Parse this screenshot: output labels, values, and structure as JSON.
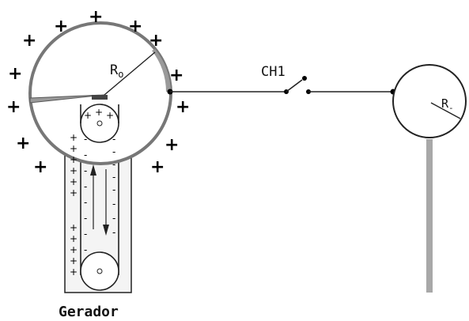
{
  "labels": {
    "radius_main": "R",
    "radius_main_sub": "o",
    "switch": "CH1",
    "radius_small": "R",
    "radius_small_sub": "-",
    "generator": "Gerador"
  },
  "charges": {
    "sphere_sign": "+",
    "belt_left_sign": "+",
    "belt_right_sign": "-"
  },
  "colors": {
    "line": "#222222",
    "sphere_fill": "#ffffff",
    "shade": "#9a9a9a",
    "rod": "#a8a8a8",
    "column": "#f4f4f4"
  }
}
